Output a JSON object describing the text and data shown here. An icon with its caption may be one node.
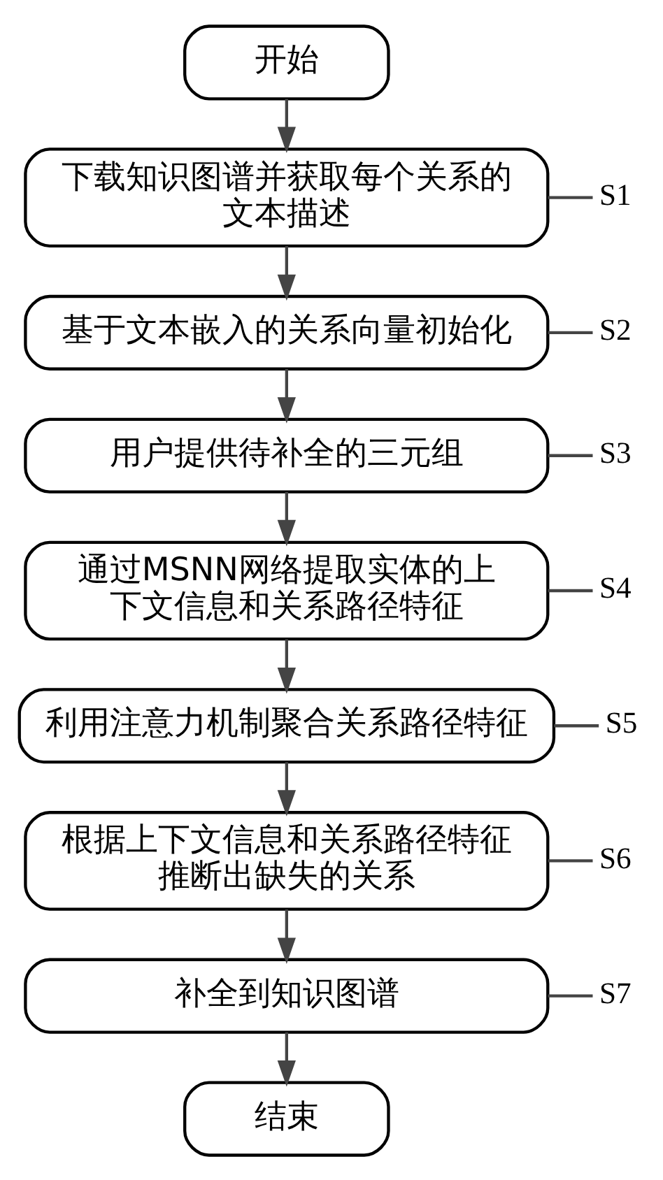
{
  "diagram": {
    "nodes": [
      {
        "text": [
          "开始"
        ]
      },
      {
        "text": [
          "S1"
        ]
      },
      {
        "text": [
          "下载知识图谱并获取每个关系的文本描述"
        ]
      },
      {
        "text": [
          "S2"
        ]
      },
      {
        "text": [
          "基于文本嵌入的关系向量初始化"
        ]
      },
      {
        "text": [
          "S3"
        ]
      },
      {
        "text": [
          "用户提供待补全的三元组"
        ]
      },
      {
        "text": [
          "S4"
        ]
      },
      {
        "text": [
          "通过MSNN网络提取实体的上下文信息和关系路径特征"
        ]
      },
      {
        "text": [
          "S5"
        ]
      },
      {
        "text": [
          "利用注意力机制聚合关系路径特征"
        ]
      },
      {
        "text": [
          "S6"
        ]
      },
      {
        "text": [
          "根据上下文信息和关系路径特征推断出缺失的关系"
        ]
      },
      {
        "text": [
          "S7"
        ]
      },
      {
        "text": [
          "补全到知识图谱"
        ]
      },
      {
        "text": [
          "结束"
        ]
      }
    ],
    "edges": [
      {
        "from": 0,
        "to": 2,
        "arrow": "to"
      },
      {
        "from": 1,
        "to": 2,
        "arrow": "none"
      },
      {
        "from": 2,
        "to": 4,
        "arrow": "to"
      },
      {
        "from": 3,
        "to": 4,
        "arrow": "none"
      },
      {
        "from": 4,
        "to": 6,
        "arrow": "to"
      },
      {
        "from": 5,
        "to": 6,
        "arrow": "none"
      },
      {
        "from": 6,
        "to": 8,
        "arrow": "to"
      },
      {
        "from": 7,
        "to": 8,
        "arrow": "none"
      },
      {
        "from": 8,
        "to": 10,
        "arrow": "to"
      },
      {
        "from": 9,
        "to": 10,
        "arrow": "none"
      },
      {
        "from": 10,
        "to": 12,
        "arrow": "to"
      },
      {
        "from": 11,
        "to": 12,
        "arrow": "none"
      },
      {
        "from": 12,
        "to": 14,
        "arrow": "to"
      },
      {
        "from": 13,
        "to": 14,
        "arrow": "none"
      },
      {
        "from": 14,
        "to": 15,
        "arrow": "to"
      }
    ]
  }
}
